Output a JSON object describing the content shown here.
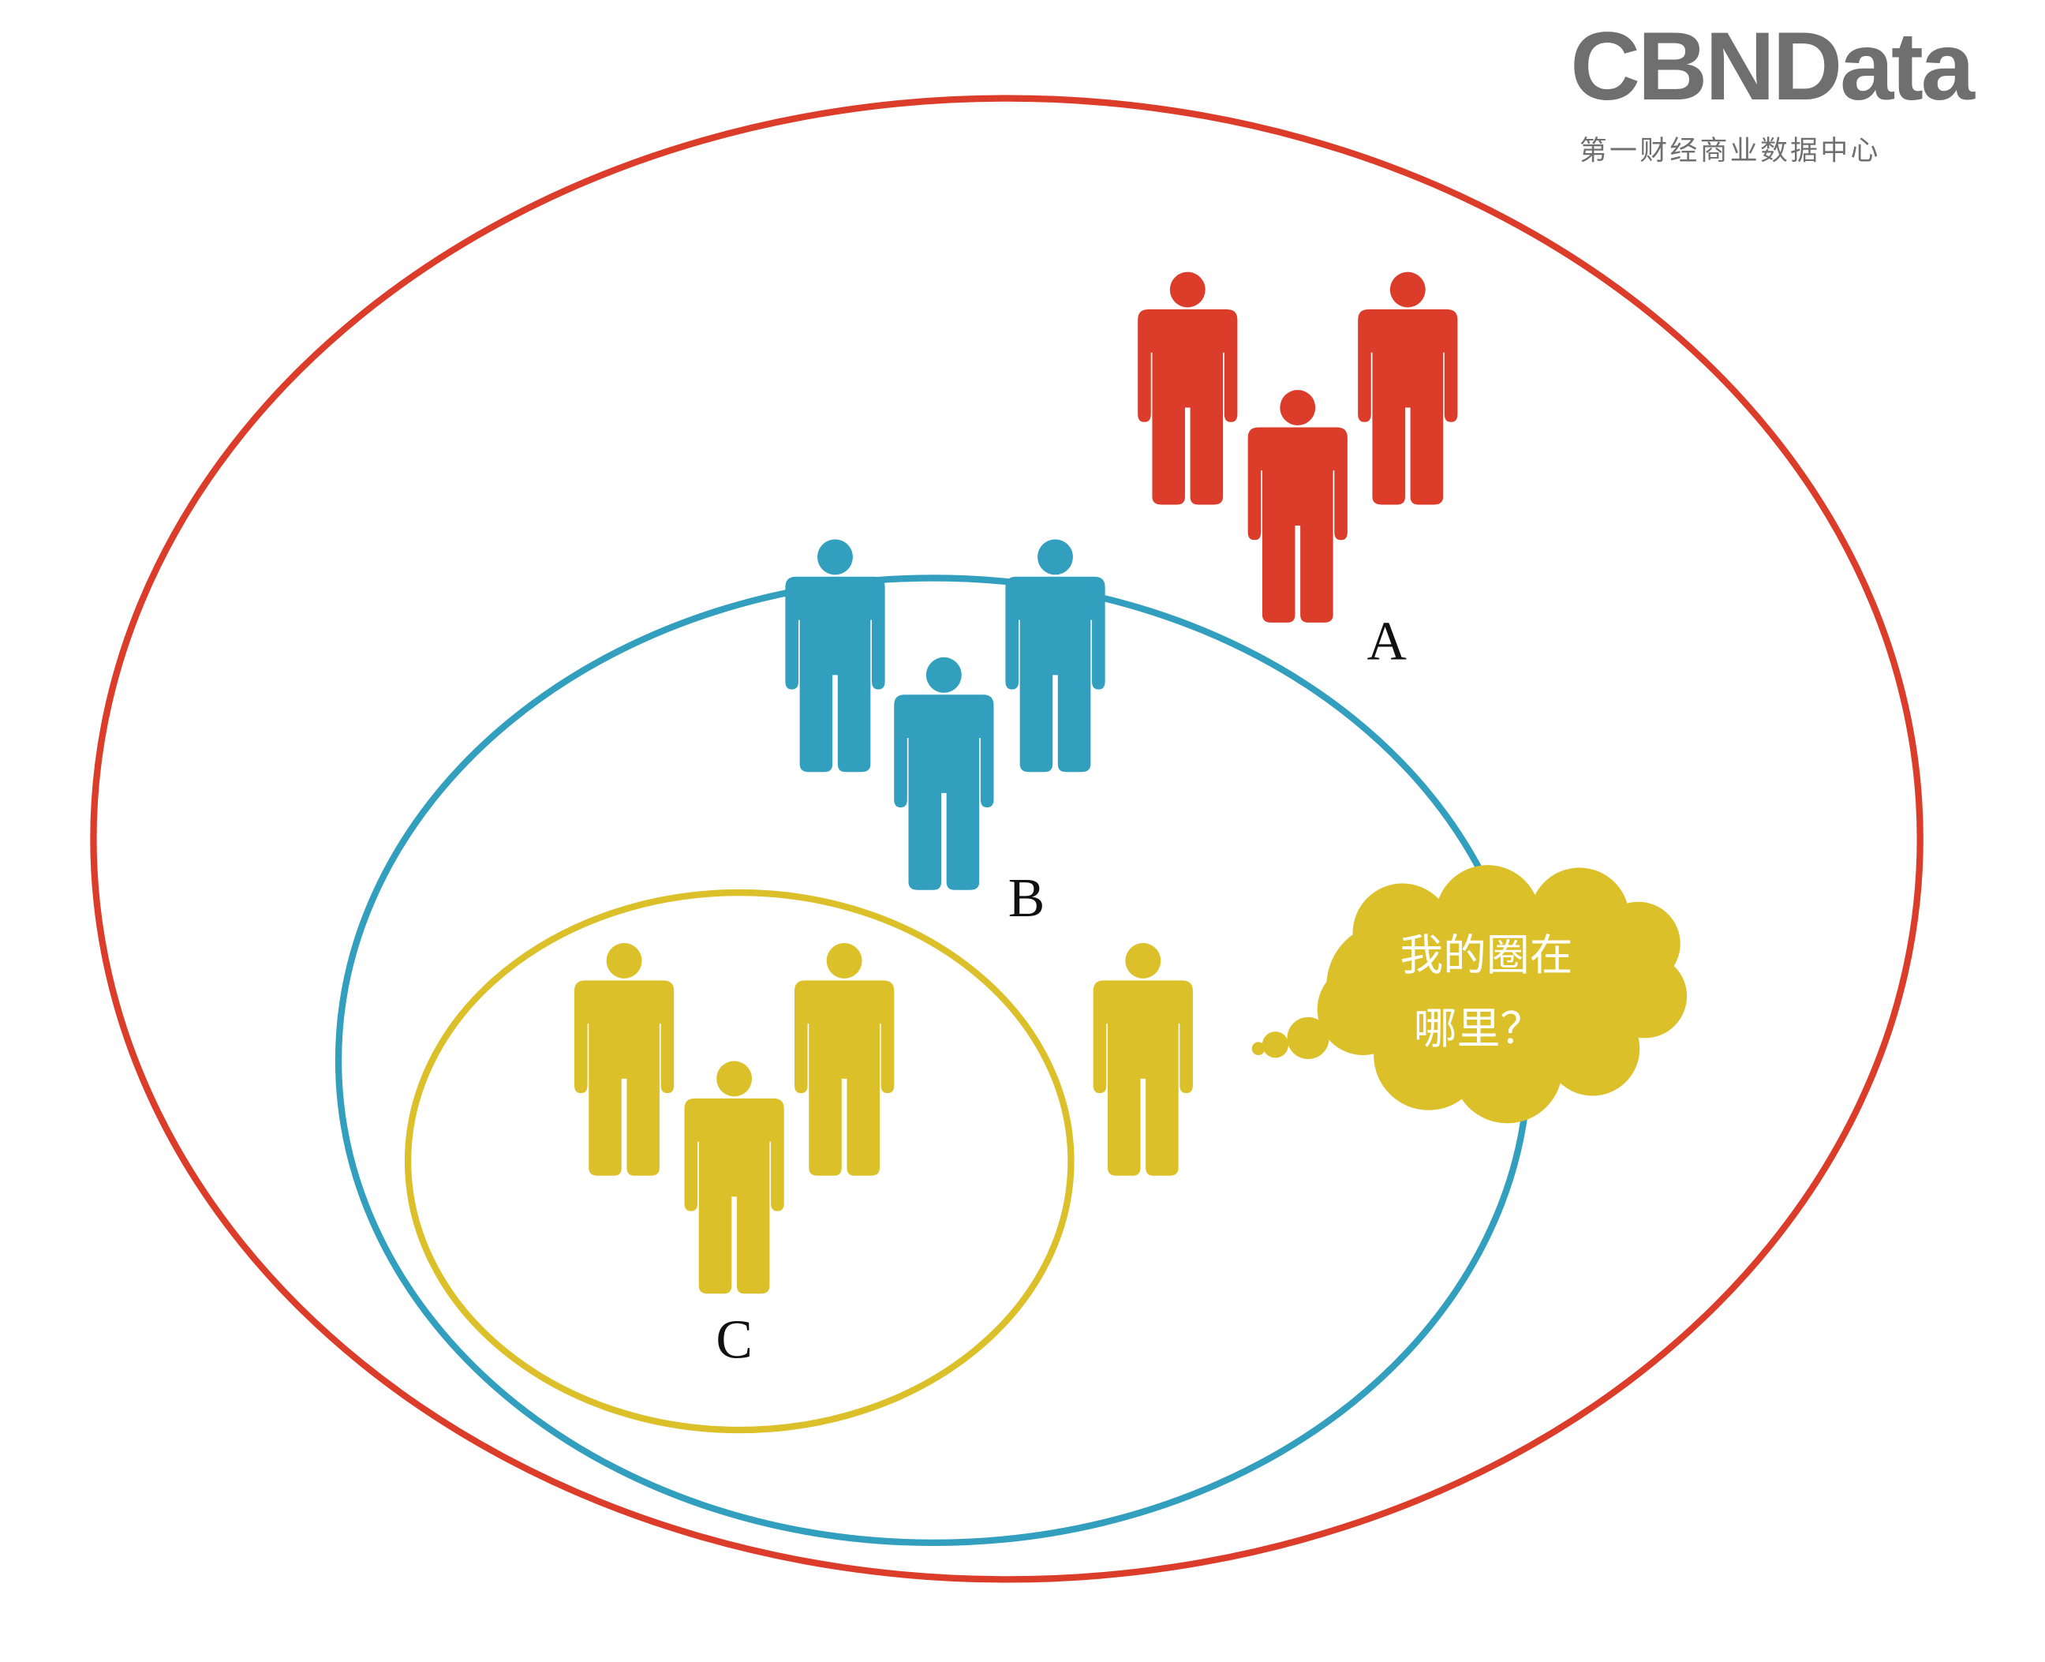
{
  "logo": {
    "name": "CBNData",
    "subtitle": "第一财经商业数据中心"
  },
  "circles": [
    {
      "id": "A",
      "label": "A",
      "color": "#dc3d2a",
      "people": 3
    },
    {
      "id": "B",
      "label": "B",
      "color": "#319fbd",
      "people": 3
    },
    {
      "id": "C",
      "label": "C",
      "color": "#dbc02a",
      "people": 3
    }
  ],
  "outsider": {
    "color": "#dbc02a"
  },
  "thought_bubble": {
    "line1": "我的圈在",
    "line2": "哪里？",
    "color": "#dbc02a"
  }
}
